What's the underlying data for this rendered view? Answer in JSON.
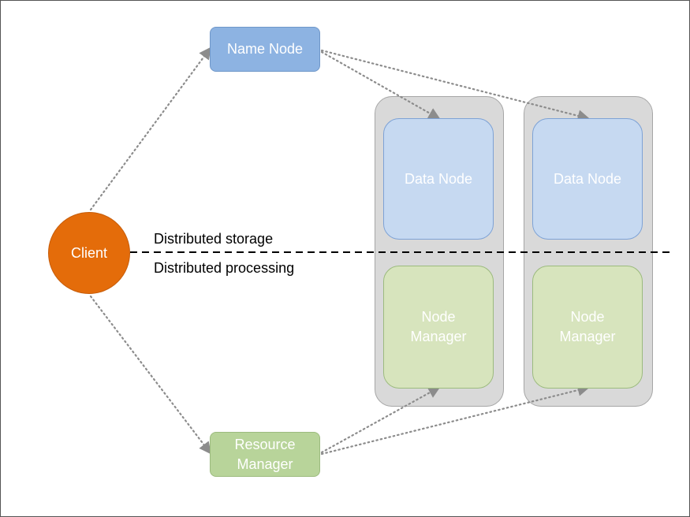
{
  "diagram": {
    "nodes": {
      "name_node": "Name Node",
      "resource_manager": "Resource\nManager",
      "client": "Client",
      "data_node_1": "Data Node",
      "data_node_2": "Data Node",
      "node_manager_1": "Node\nManager",
      "node_manager_2": "Node\nManager"
    },
    "divider": {
      "upper_label": "Distributed storage",
      "lower_label": "Distributed processing"
    },
    "colors": {
      "client": "#e46c0a",
      "name_node": "#8db3e2",
      "resource_manager": "#b8d49a",
      "data_node": "#c6d9f1",
      "node_manager": "#d7e4bd",
      "server_box": "#d9d9d9",
      "connector": "#8c8c8c"
    },
    "edges": [
      {
        "from": "client",
        "to": "name_node",
        "style": "dotted",
        "arrow": true
      },
      {
        "from": "client",
        "to": "resource_manager",
        "style": "dotted",
        "arrow": true
      },
      {
        "from": "name_node",
        "to": "data_node_1",
        "style": "dotted",
        "arrow": true
      },
      {
        "from": "name_node",
        "to": "data_node_2",
        "style": "dotted",
        "arrow": true
      },
      {
        "from": "resource_manager",
        "to": "node_manager_1",
        "style": "dotted",
        "arrow": true
      },
      {
        "from": "resource_manager",
        "to": "node_manager_2",
        "style": "dotted",
        "arrow": true
      }
    ]
  }
}
